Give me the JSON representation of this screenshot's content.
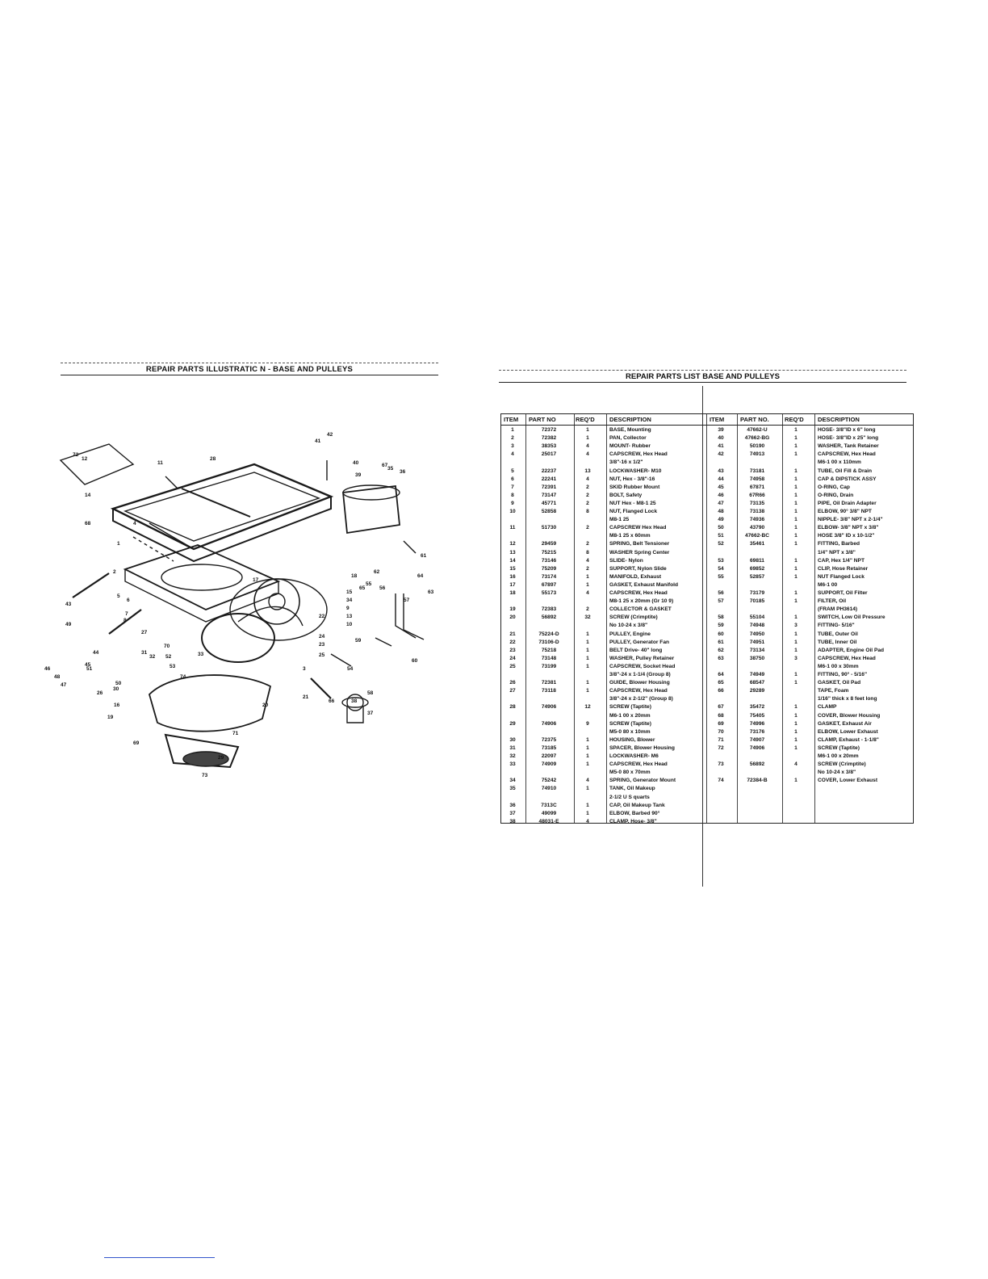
{
  "left_title": "REPAIR PARTS ILLUSTRATIC N - BASE AND PULLEYS",
  "right_title": "REPAIR PARTS  LIST  BASE AND PULLEYS",
  "headers": {
    "item": "ITEM",
    "part": "PART NO",
    "req": "REQ'D",
    "desc": "DESCRIPTION",
    "item2": "ITEM",
    "part2": "PART NO.",
    "req2": "REQ'D",
    "desc2": "DESCRIPTION"
  },
  "parts_left": [
    {
      "item": "1",
      "part": "72372",
      "req": "1",
      "desc": "BASE, Mounting"
    },
    {
      "item": "2",
      "part": "72382",
      "req": "1",
      "desc": "PAN, Collector"
    },
    {
      "item": "3",
      "part": "38353",
      "req": "4",
      "desc": "MOUNT- Rubber"
    },
    {
      "item": "4",
      "part": "25017",
      "req": "4",
      "desc": "CAPSCREW, Hex Head"
    },
    {
      "item": "",
      "part": "",
      "req": "",
      "desc": "3/8\"-16 x 1/2\""
    },
    {
      "item": "5",
      "part": "22237",
      "req": "13",
      "desc": "LOCKWASHER- M10"
    },
    {
      "item": "6",
      "part": "22241",
      "req": "4",
      "desc": "NUT, Hex - 3/8\"-16"
    },
    {
      "item": "7",
      "part": "72391",
      "req": "2",
      "desc": "SKID Rubber Mount"
    },
    {
      "item": "8",
      "part": "73147",
      "req": "2",
      "desc": "BOLT, Safety"
    },
    {
      "item": "9",
      "part": "45771",
      "req": "2",
      "desc": "NUT Hex - M8-1 25"
    },
    {
      "item": "10",
      "part": "52858",
      "req": "8",
      "desc": "NUT, Flanged Lock"
    },
    {
      "item": "",
      "part": "",
      "req": "",
      "desc": "M8-1 25"
    },
    {
      "item": "11",
      "part": "51730",
      "req": "2",
      "desc": "CAPSCREW  Hex Head"
    },
    {
      "item": "",
      "part": "",
      "req": "",
      "desc": "M8-1 25 x 60mm"
    },
    {
      "item": "12",
      "part": "29459",
      "req": "2",
      "desc": "SPRING, Belt Tensioner"
    },
    {
      "item": "13",
      "part": "75215",
      "req": "8",
      "desc": "WASHER  Spring Center"
    },
    {
      "item": "14",
      "part": "73146",
      "req": "4",
      "desc": "SLIDE- Nylon"
    },
    {
      "item": "15",
      "part": "75209",
      "req": "2",
      "desc": "SUPPORT, Nylon Slide"
    },
    {
      "item": "16",
      "part": "73174",
      "req": "1",
      "desc": "MANIFOLD, Exhaust"
    },
    {
      "item": "17",
      "part": "67897",
      "req": "1",
      "desc": "GASKET, Exhaust Manifold"
    },
    {
      "item": "18",
      "part": "55173",
      "req": "4",
      "desc": "CAPSCREW, Hex Head"
    },
    {
      "item": "",
      "part": "",
      "req": "",
      "desc": "M8-1 25 x 20mm (Gr  10 9)"
    },
    {
      "item": "19",
      "part": "72383",
      "req": "2",
      "desc": "COLLECTOR & GASKET"
    },
    {
      "item": "20",
      "part": "56892",
      "req": "32",
      "desc": "SCREW (Crimptite)"
    },
    {
      "item": "",
      "part": "",
      "req": "",
      "desc": "No  10-24 x 3/8\""
    },
    {
      "item": "21",
      "part": "75224-D",
      "req": "1",
      "desc": "PULLEY, Engine"
    },
    {
      "item": "22",
      "part": "73106-D",
      "req": "1",
      "desc": "PULLEY, Generator Fan"
    },
    {
      "item": "23",
      "part": "75218",
      "req": "1",
      "desc": "BELT  Drive- 40\" long"
    },
    {
      "item": "24",
      "part": "73148",
      "req": "1",
      "desc": "WASHER, Pulley Retainer"
    },
    {
      "item": "25",
      "part": "73199",
      "req": "1",
      "desc": "CAPSCREW, Socket Head"
    },
    {
      "item": "",
      "part": "",
      "req": "",
      "desc": "3/8\"-24 x 1-1/4 (Group 8)"
    },
    {
      "item": "26",
      "part": "72381",
      "req": "1",
      "desc": "GUIDE, Blower Housing"
    },
    {
      "item": "27",
      "part": "73118",
      "req": "1",
      "desc": "CAPSCREW, Hex Head"
    },
    {
      "item": "",
      "part": "",
      "req": "",
      "desc": "3/8\"-24 x 2-1/2\" (Group 8)"
    },
    {
      "item": "28",
      "part": "74906",
      "req": "12",
      "desc": "SCREW (Taptite)"
    },
    {
      "item": "",
      "part": "",
      "req": "",
      "desc": "M6-1 00 x 20mm"
    },
    {
      "item": "29",
      "part": "74906",
      "req": "9",
      "desc": "SCREW (Taptite)"
    },
    {
      "item": "",
      "part": "",
      "req": "",
      "desc": "M5-0 80 x 10mm"
    },
    {
      "item": "30",
      "part": "72375",
      "req": "1",
      "desc": "HOUSING, Blower"
    },
    {
      "item": "31",
      "part": "73185",
      "req": "1",
      "desc": "SPACER, Blower Housing"
    },
    {
      "item": "32",
      "part": "22097",
      "req": "1",
      "desc": "LOCKWASHER- M6"
    },
    {
      "item": "33",
      "part": "74909",
      "req": "1",
      "desc": "CAPSCREW, Hex Head"
    },
    {
      "item": "",
      "part": "",
      "req": "",
      "desc": "M5-0 80 x 70mm"
    },
    {
      "item": "34",
      "part": "75242",
      "req": "4",
      "desc": "SPRING, Generator Mount"
    },
    {
      "item": "35",
      "part": "74910",
      "req": "1",
      "desc": "TANK, Oil Makeup"
    },
    {
      "item": "",
      "part": "",
      "req": "",
      "desc": "2-1/2 U S  quarts"
    },
    {
      "item": "36",
      "part": "7313C",
      "req": "1",
      "desc": "CAP, Oil Makeup Tank"
    },
    {
      "item": "37",
      "part": "49099",
      "req": "1",
      "desc": "ELBOW, Barbed 90°"
    },
    {
      "item": "38",
      "part": "48031-E",
      "req": "4",
      "desc": "CLAMP, Hose- 3/8\""
    }
  ],
  "parts_right": [
    {
      "item": "39",
      "part": "47662-U",
      "req": "1",
      "desc": "HOSE- 3/8\"ID x 6\" long"
    },
    {
      "item": "40",
      "part": "47662-BG",
      "req": "1",
      "desc": "HOSE- 3/8\"ID x 25\" long"
    },
    {
      "item": "41",
      "part": "50190",
      "req": "1",
      "desc": "WASHER, Tank Retainer"
    },
    {
      "item": "42",
      "part": "74913",
      "req": "1",
      "desc": "CAPSCREW, Hex Head"
    },
    {
      "item": "",
      "part": "",
      "req": "",
      "desc": "M6-1 00 x 110mm"
    },
    {
      "item": "43",
      "part": "73181",
      "req": "1",
      "desc": "TUBE, Oil Fill & Drain"
    },
    {
      "item": "44",
      "part": "74958",
      "req": "1",
      "desc": "CAP & DIPSTICK ASSY"
    },
    {
      "item": "45",
      "part": "67871",
      "req": "1",
      "desc": "O-RING, Cap"
    },
    {
      "item": "46",
      "part": "67R66",
      "req": "1",
      "desc": "O-RING, Drain"
    },
    {
      "item": "47",
      "part": "73135",
      "req": "1",
      "desc": "PIPE, Oil Drain Adapter"
    },
    {
      "item": "48",
      "part": "73138",
      "req": "1",
      "desc": "ELBOW, 90°   3/8\" NPT"
    },
    {
      "item": "49",
      "part": "74936",
      "req": "1",
      "desc": "NIPPLE- 3/8\" NPT x 2-1/4\""
    },
    {
      "item": "50",
      "part": "43790",
      "req": "1",
      "desc": "ELBOW- 3/8\" NPT x 3/8\""
    },
    {
      "item": "51",
      "part": "47662-BC",
      "req": "1",
      "desc": "HOSE  3/8\" ID x 10-1/2\""
    },
    {
      "item": "52",
      "part": "35461",
      "req": "1",
      "desc": "FITTING, Barbed"
    },
    {
      "item": "",
      "part": "",
      "req": "",
      "desc": "1/4\" NPT x 3/8\""
    },
    {
      "item": "53",
      "part": "69811",
      "req": "1",
      "desc": "CAP, Hex   1/4\" NPT"
    },
    {
      "item": "54",
      "part": "69852",
      "req": "1",
      "desc": "CLIP, Hose Retainer"
    },
    {
      "item": "55",
      "part": "52857",
      "req": "1",
      "desc": "NUT  Flanged Lock"
    },
    {
      "item": "",
      "part": "",
      "req": "",
      "desc": "M6-1 00"
    },
    {
      "item": "56",
      "part": "73179",
      "req": "1",
      "desc": "SUPPORT, Oil Filter"
    },
    {
      "item": "57",
      "part": "70185",
      "req": "1",
      "desc": "FILTER, Oil"
    },
    {
      "item": "",
      "part": "",
      "req": "",
      "desc": "(FRAM PH3614)"
    },
    {
      "item": "58",
      "part": "55104",
      "req": "1",
      "desc": "SWITCH, Low Oil Pressure"
    },
    {
      "item": "59",
      "part": "74948",
      "req": "3",
      "desc": "FITTING- 5/16\""
    },
    {
      "item": "60",
      "part": "74950",
      "req": "1",
      "desc": "TUBE, Outer Oil"
    },
    {
      "item": "61",
      "part": "74951",
      "req": "1",
      "desc": "TUBE, Inner Oil"
    },
    {
      "item": "62",
      "part": "73134",
      "req": "1",
      "desc": "ADAPTER, Engine Oil Pad"
    },
    {
      "item": "63",
      "part": "38750",
      "req": "3",
      "desc": "CAPSCREW, Hex Head"
    },
    {
      "item": "",
      "part": "",
      "req": "",
      "desc": "M6-1 00 x 30mm"
    },
    {
      "item": "64",
      "part": "74949",
      "req": "1",
      "desc": "FITTING, 90° - 5/16\""
    },
    {
      "item": "65",
      "part": "68547",
      "req": "1",
      "desc": "GASKET, Oil Pad"
    },
    {
      "item": "66",
      "part": "29289",
      "req": "",
      "desc": "TAPE, Foam"
    },
    {
      "item": "",
      "part": "",
      "req": "",
      "desc": "1/16\" thick x 8 feet long"
    },
    {
      "item": "67",
      "part": "35472",
      "req": "1",
      "desc": "CLAMP"
    },
    {
      "item": "68",
      "part": "75405",
      "req": "1",
      "desc": "COVER, Blower Housing"
    },
    {
      "item": "69",
      "part": "74996",
      "req": "1",
      "desc": "GASKET, Exhaust Air"
    },
    {
      "item": "70",
      "part": "73176",
      "req": "1",
      "desc": "ELBOW, Lower Exhaust"
    },
    {
      "item": "71",
      "part": "74907",
      "req": "1",
      "desc": "CLAMP, Exhaust - 1-1/8\""
    },
    {
      "item": "72",
      "part": "74906",
      "req": "1",
      "desc": "SCREW (Taptite)"
    },
    {
      "item": "",
      "part": "",
      "req": "",
      "desc": "M6-1 00 x 20mm"
    },
    {
      "item": "73",
      "part": "56892",
      "req": "4",
      "desc": "SCREW (Crimptite)"
    },
    {
      "item": "",
      "part": "",
      "req": "",
      "desc": "No  10-24 x 3/8\""
    },
    {
      "item": "74",
      "part": "72384-B",
      "req": "1",
      "desc": "COVER, Lower Exhaust"
    }
  ],
  "callouts": [
    "1",
    "2",
    "3",
    "4",
    "5",
    "6",
    "7",
    "8",
    "9",
    "10",
    "11",
    "12",
    "13",
    "14",
    "15",
    "16",
    "17",
    "18",
    "19",
    "20",
    "21",
    "22",
    "23",
    "24",
    "25",
    "26",
    "27",
    "28",
    "29",
    "30",
    "31",
    "32",
    "33",
    "34",
    "35",
    "36",
    "37",
    "38",
    "39",
    "40",
    "41",
    "42",
    "43",
    "44",
    "45",
    "46",
    "47",
    "48",
    "49",
    "50",
    "51",
    "52",
    "53",
    "54",
    "55",
    "56",
    "57",
    "58",
    "59",
    "60",
    "61",
    "62",
    "63",
    "64",
    "65",
    "66",
    "67",
    "68",
    "69",
    "70",
    "71",
    "72",
    "73",
    "74"
  ]
}
